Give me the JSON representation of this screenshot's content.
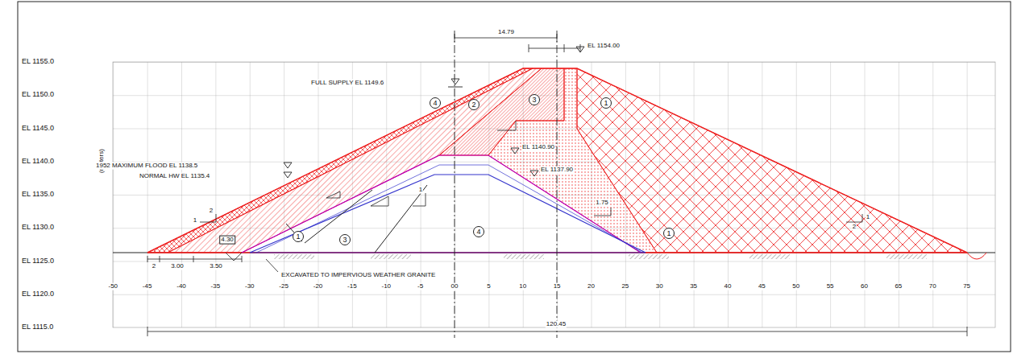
{
  "diagram": {
    "labels": [
      "EL 1155.0",
      "EL 1150.0",
      "EL 1145.0",
      "EL 1140.0",
      "EL 1135.0",
      "EL 1130.0",
      "EL 1125.0",
      "EL 1120.0",
      "EL 1115.0",
      "(meters)",
      "14.79",
      "EL 1154.00",
      "FULL SUPPLY EL 1149.6",
      "1952 MAXIMUM FLOOD EL 1138.5",
      "NORMAL HW EL 1135.4",
      "EL 1140.90",
      "EL 1137.90",
      "4",
      "2",
      "3",
      "1",
      "1",
      "1",
      "3",
      "4",
      "2",
      "1",
      "2",
      "1",
      "1.75",
      "1",
      "4.30",
      "2",
      "3.00",
      "3.50",
      "EXCAVATED TO IMPERVIOUS WEATHER GRANITE",
      "-50",
      "-45",
      "-40",
      "-35",
      "-30",
      "-25",
      "-20",
      "-15",
      "-10",
      "-5",
      "00",
      "5",
      "10",
      "15",
      "20",
      "25",
      "30",
      "35",
      "40",
      "45",
      "50",
      "55",
      "60",
      "65",
      "70",
      "75",
      "120.45"
    ]
  }
}
